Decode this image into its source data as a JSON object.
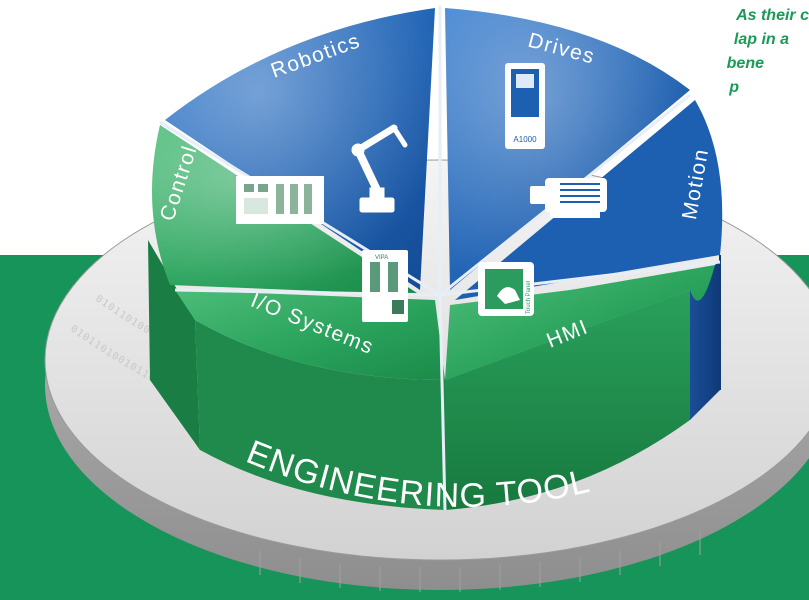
{
  "tagline": {
    "line1": "As their c",
    "line2": "lap in a",
    "line3": "bene",
    "line4": "p"
  },
  "segments": {
    "robotics": "Robotics",
    "drives": "Drives",
    "motion": "Motion",
    "hmi": "HMI",
    "io_systems": "I/O Systems",
    "control": "Control"
  },
  "device_labels": {
    "drive_model": "A1000",
    "touch_panel": "Touch Panel",
    "io_brand": "VIPA"
  },
  "base": {
    "label": "ENGINEERING TOOL",
    "binary_pattern": "0101101001011010110100101101010101001011010110101011010100101011010"
  },
  "colors": {
    "blue": "#1d5fb0",
    "green": "#27a05a",
    "band_green": "#16945a",
    "tagline_green": "#1a9a55"
  }
}
